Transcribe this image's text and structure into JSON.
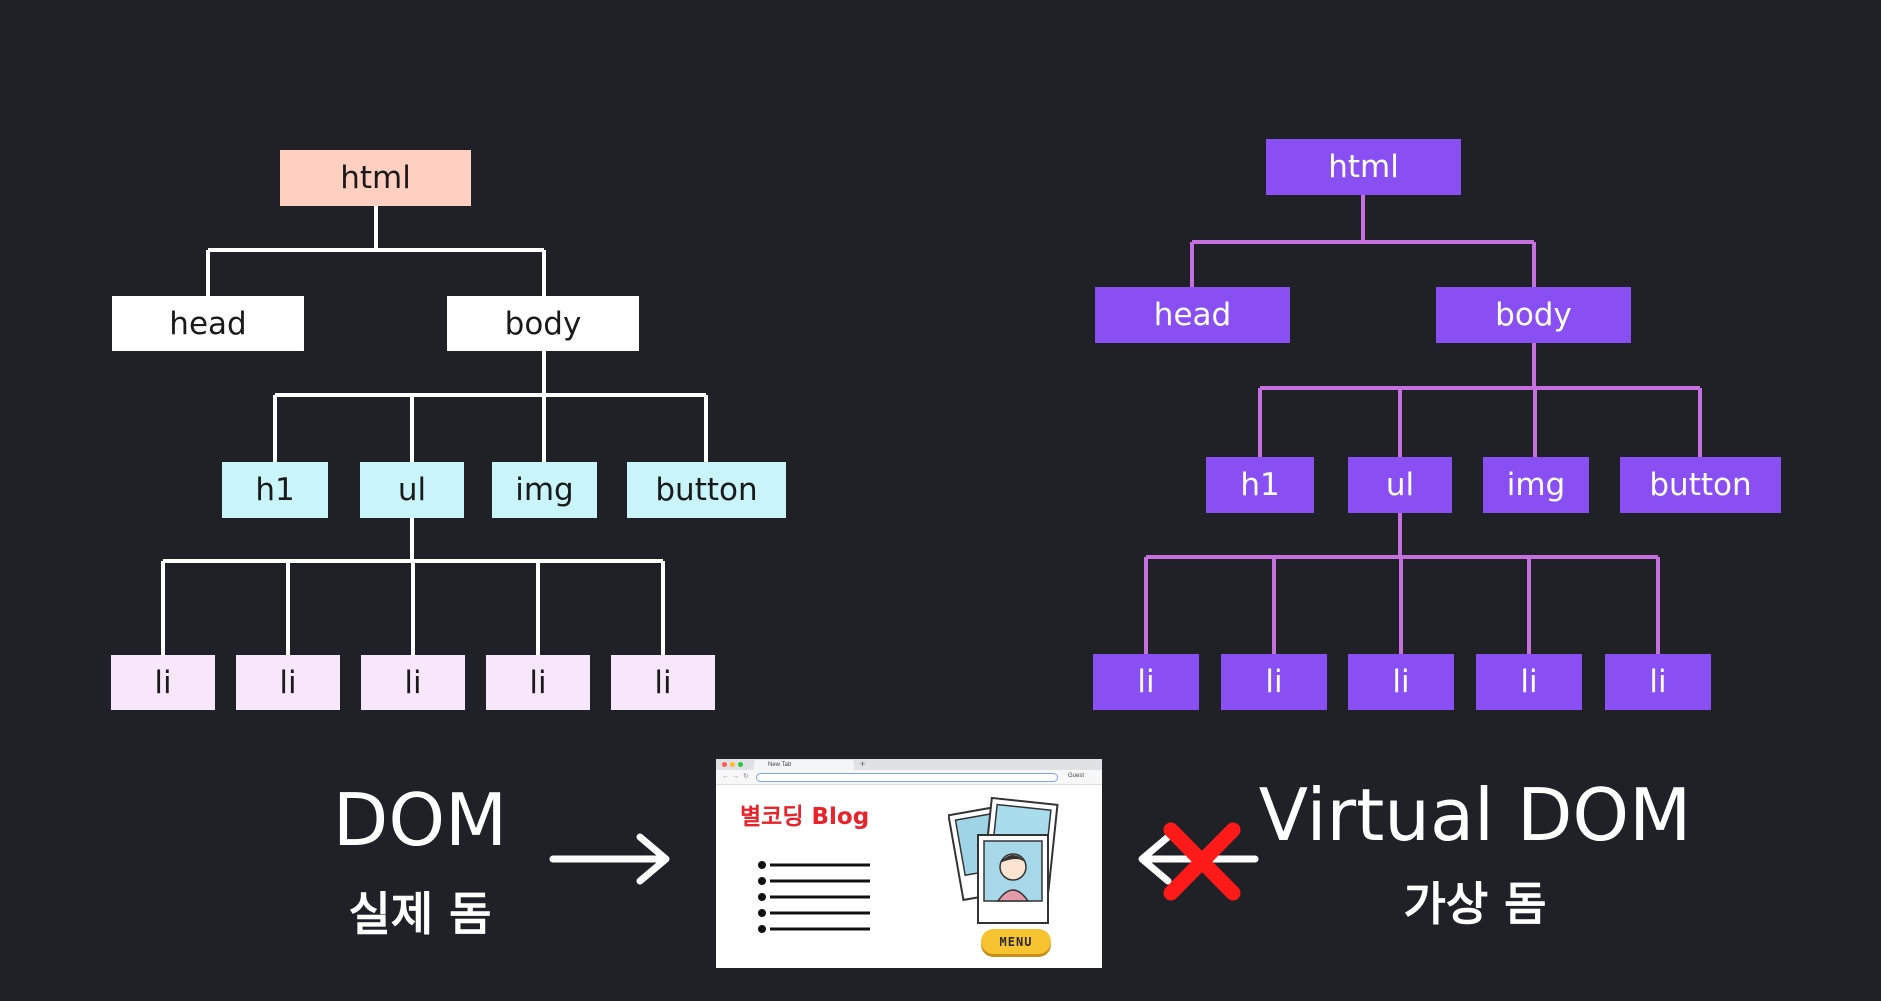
{
  "real_dom_tree": {
    "root": "html",
    "level1": [
      "head",
      "body"
    ],
    "level2": [
      "h1",
      "ul",
      "img",
      "button"
    ],
    "level3": [
      "li",
      "li",
      "li",
      "li",
      "li"
    ]
  },
  "virtual_dom_tree": {
    "root": "html",
    "level1": [
      "head",
      "body"
    ],
    "level2": [
      "h1",
      "ul",
      "img",
      "button"
    ],
    "level3": [
      "li",
      "li",
      "li",
      "li",
      "li"
    ]
  },
  "labels": {
    "dom": "DOM",
    "dom_sub": "실제 돔",
    "virtual_dom": "Virtual DOM",
    "virtual_dom_sub": "가상 돔"
  },
  "browser": {
    "tab_title": "New Tab",
    "new_tab_symbol": "+",
    "profile": "Guest",
    "blog_title": "별코딩 Blog",
    "menu_button": "MENU"
  },
  "colors": {
    "background": "#202127",
    "real_root": "#ffd0c2",
    "real_level1": "#ffffff",
    "real_level2": "#c9f4fa",
    "real_level3": "#f8e6fb",
    "virtual_node": "#8a4ff2",
    "virtual_line": "#c66fe0",
    "real_line": "#ffffff",
    "blocked_x": "#ff1a1a"
  },
  "icons": {
    "dom_arrow": "arrow-right-icon",
    "virtual_arrow": "arrow-left-icon",
    "blocked": "red-x-icon"
  }
}
